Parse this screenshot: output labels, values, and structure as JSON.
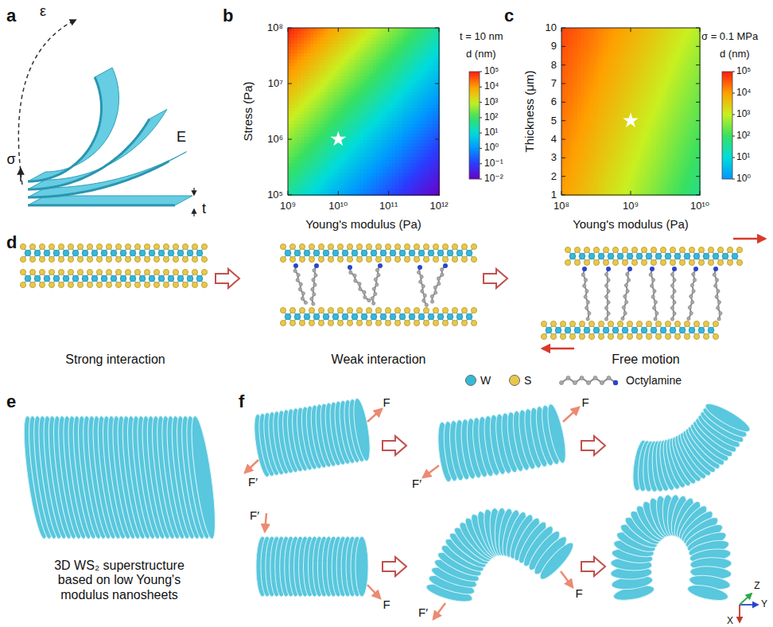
{
  "diagram": {
    "labels": [
      "a",
      "ε",
      "σ",
      "E",
      "t",
      "b",
      "t = 10 nm",
      "d (nm)",
      "10⁵",
      "10⁴",
      "10³",
      "10²",
      "10¹",
      "10⁰",
      "10⁻¹",
      "10⁻²",
      "Stress (Pa)",
      "10⁸",
      "10⁷",
      "10⁶",
      "10⁵",
      "Young's modulus (Pa)",
      "10⁹",
      "10¹⁰",
      "10¹¹",
      "10¹²",
      "c",
      "σ = 0.1 MPa",
      "d (nm)",
      "10⁵",
      "10⁴",
      "10³",
      "10²",
      "10¹",
      "10⁰",
      "Thickness (μm)",
      "10",
      "9",
      "8",
      "7",
      "6",
      "5",
      "4",
      "3",
      "2",
      "1",
      "Young's modulus (Pa)",
      "10⁸",
      "10⁹",
      "10¹⁰",
      "d",
      "Strong interaction",
      "Weak interaction",
      "Free motion",
      "e",
      "3D WS₂ superstructure based on low Young's modulus nanosheets",
      "f",
      "F",
      "F′",
      "F",
      "F′",
      "F′",
      "F",
      "F′",
      "F",
      "Z",
      "Y",
      "X"
    ],
    "legend": [
      {
        "text": "W",
        "color": "#35b9d8"
      },
      {
        "text": "S",
        "color": "#e8c84a"
      },
      {
        "text": "Octylamine"
      }
    ]
  }
}
